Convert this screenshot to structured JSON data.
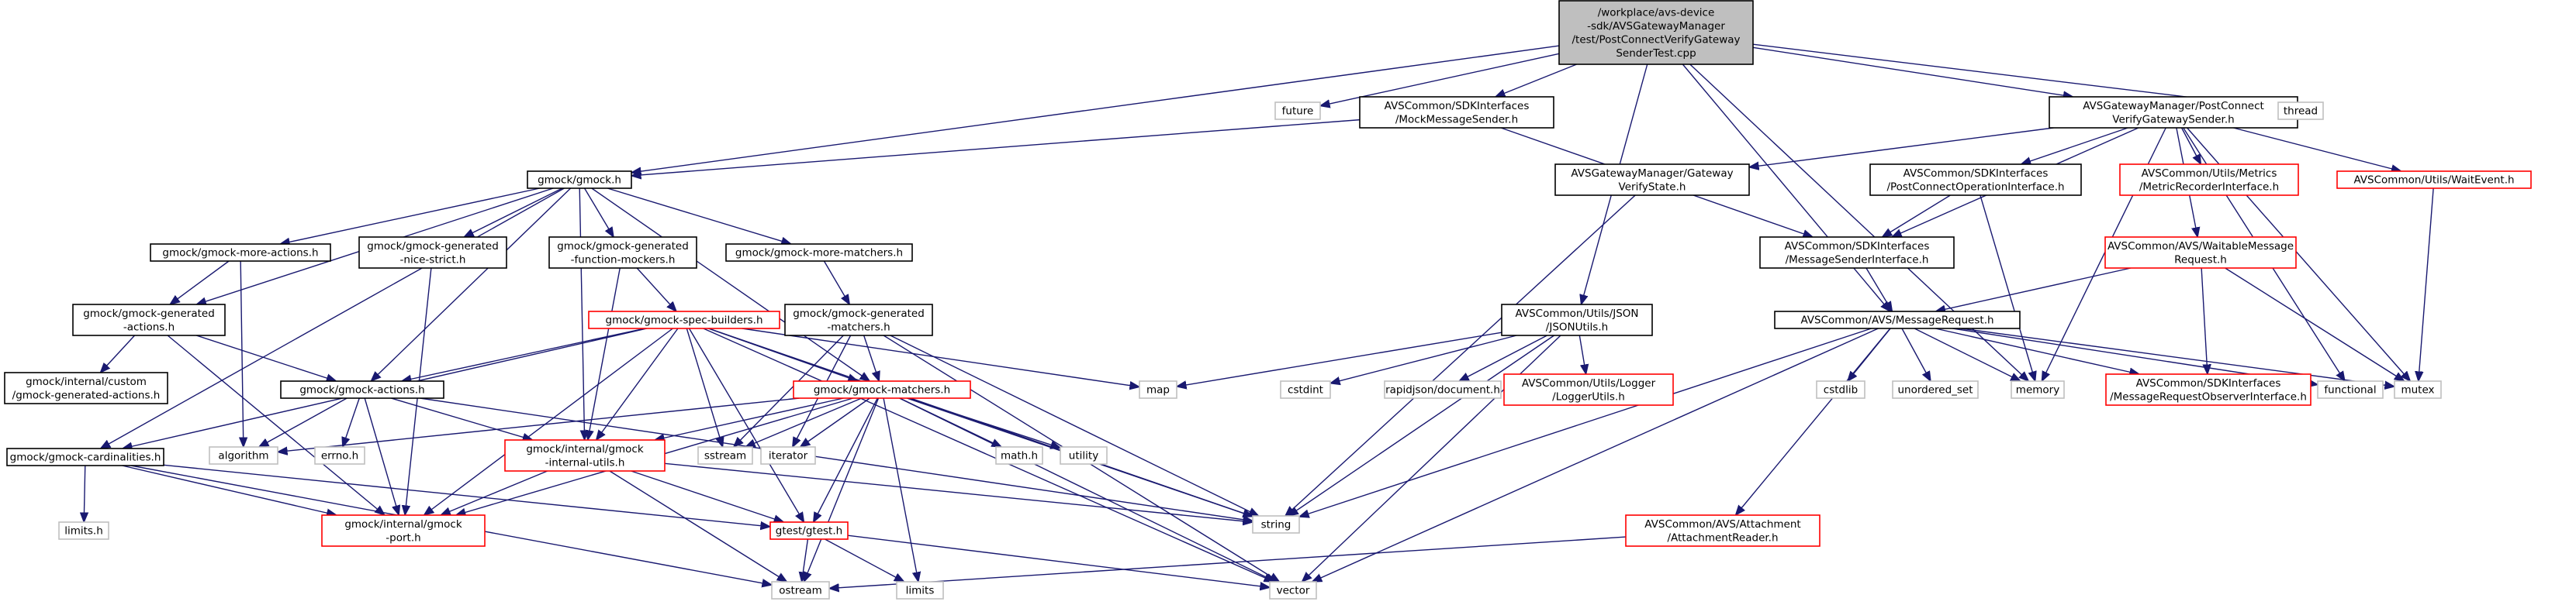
{
  "colors": {
    "edge": "#191970",
    "root_fill": "#bfbfbf",
    "root_stroke": "#000000",
    "normal_stroke": "#000000",
    "red_stroke": "#ff0000",
    "system_stroke": "#bfbfbf",
    "fill": "#ffffff"
  },
  "nodes": [
    {
      "id": "root",
      "kind": "root",
      "lines": [
        "/workplace/avs-device",
        "-sdk/AVSGatewayManager",
        "/test/PostConnectVerifyGateway",
        "SenderTest.cpp"
      ]
    },
    {
      "id": "future",
      "kind": "system",
      "lines": [
        "future"
      ]
    },
    {
      "id": "mockms",
      "kind": "normal",
      "lines": [
        "AVSCommon/SDKInterfaces",
        "/MockMessageSender.h"
      ]
    },
    {
      "id": "pcvgs",
      "kind": "normal",
      "lines": [
        "AVSGatewayManager/PostConnect",
        "VerifyGatewaySender.h"
      ]
    },
    {
      "id": "thread",
      "kind": "system",
      "lines": [
        "thread"
      ]
    },
    {
      "id": "gmock",
      "kind": "normal",
      "lines": [
        "gmock/gmock.h"
      ]
    },
    {
      "id": "gvs",
      "kind": "normal",
      "lines": [
        "AVSGatewayManager/Gateway",
        "VerifyState.h"
      ]
    },
    {
      "id": "pcoi",
      "kind": "normal",
      "lines": [
        "AVSCommon/SDKInterfaces",
        "/PostConnectOperationInterface.h"
      ]
    },
    {
      "id": "metric",
      "kind": "red",
      "lines": [
        "AVSCommon/Utils/Metrics",
        "/MetricRecorderInterface.h"
      ]
    },
    {
      "id": "waitev",
      "kind": "red",
      "lines": [
        "AVSCommon/Utils/WaitEvent.h"
      ]
    },
    {
      "id": "gma",
      "kind": "normal",
      "lines": [
        "gmock/gmock-more-actions.h"
      ]
    },
    {
      "id": "gns",
      "kind": "normal",
      "lines": [
        "gmock/gmock-generated",
        "-nice-strict.h"
      ]
    },
    {
      "id": "gfm",
      "kind": "normal",
      "lines": [
        "gmock/gmock-generated",
        "-function-mockers.h"
      ]
    },
    {
      "id": "gmm",
      "kind": "normal",
      "lines": [
        "gmock/gmock-more-matchers.h"
      ]
    },
    {
      "id": "msi",
      "kind": "normal",
      "lines": [
        "AVSCommon/SDKInterfaces",
        "/MessageSenderInterface.h"
      ]
    },
    {
      "id": "wmr",
      "kind": "red",
      "lines": [
        "AVSCommon/AVS/WaitableMessage",
        "Request.h"
      ]
    },
    {
      "id": "gga",
      "kind": "normal",
      "lines": [
        "gmock/gmock-generated",
        "-actions.h"
      ]
    },
    {
      "id": "json",
      "kind": "normal",
      "lines": [
        "AVSCommon/Utils/JSON",
        "/JSONUtils.h"
      ]
    },
    {
      "id": "mr",
      "kind": "normal",
      "lines": [
        "AVSCommon/AVS/MessageRequest.h"
      ]
    },
    {
      "id": "gsb",
      "kind": "red",
      "lines": [
        "gmock/gmock-spec-builders.h"
      ]
    },
    {
      "id": "ggm",
      "kind": "normal",
      "lines": [
        "gmock/gmock-generated",
        "-matchers.h"
      ]
    },
    {
      "id": "gica",
      "kind": "normal",
      "lines": [
        "gmock/internal/custom",
        "/gmock-generated-actions.h"
      ]
    },
    {
      "id": "gac",
      "kind": "normal",
      "lines": [
        "gmock/gmock-actions.h"
      ]
    },
    {
      "id": "map",
      "kind": "system",
      "lines": [
        "map"
      ]
    },
    {
      "id": "cstdint",
      "kind": "system",
      "lines": [
        "cstdint"
      ]
    },
    {
      "id": "rapid",
      "kind": "system",
      "lines": [
        "rapidjson/document.h"
      ]
    },
    {
      "id": "logger",
      "kind": "red",
      "lines": [
        "AVSCommon/Utils/Logger",
        "/LoggerUtils.h"
      ]
    },
    {
      "id": "cstdlib",
      "kind": "system",
      "lines": [
        "cstdlib"
      ]
    },
    {
      "id": "unset",
      "kind": "system",
      "lines": [
        "unordered_set"
      ]
    },
    {
      "id": "memory",
      "kind": "system",
      "lines": [
        "memory"
      ]
    },
    {
      "id": "mroi",
      "kind": "red",
      "lines": [
        "AVSCommon/SDKInterfaces",
        "/MessageRequestObserverInterface.h"
      ]
    },
    {
      "id": "functional",
      "kind": "system",
      "lines": [
        "functional"
      ]
    },
    {
      "id": "mutex",
      "kind": "system",
      "lines": [
        "mutex"
      ]
    },
    {
      "id": "gmat",
      "kind": "red",
      "lines": [
        "gmock/gmock-matchers.h"
      ]
    },
    {
      "id": "algorithm",
      "kind": "system",
      "lines": [
        "algorithm"
      ]
    },
    {
      "id": "errno",
      "kind": "system",
      "lines": [
        "errno.h"
      ]
    },
    {
      "id": "sstream",
      "kind": "system",
      "lines": [
        "sstream"
      ]
    },
    {
      "id": "iterator",
      "kind": "system",
      "lines": [
        "iterator"
      ]
    },
    {
      "id": "math",
      "kind": "system",
      "lines": [
        "math.h"
      ]
    },
    {
      "id": "utility",
      "kind": "system",
      "lines": [
        "utility"
      ]
    },
    {
      "id": "gcard",
      "kind": "normal",
      "lines": [
        "gmock/gmock-cardinalities.h"
      ]
    },
    {
      "id": "giu",
      "kind": "red",
      "lines": [
        "gmock/internal/gmock",
        "-internal-utils.h"
      ]
    },
    {
      "id": "limitsh",
      "kind": "system",
      "lines": [
        "limits.h"
      ]
    },
    {
      "id": "gport",
      "kind": "red",
      "lines": [
        "gmock/internal/gmock",
        "-port.h"
      ]
    },
    {
      "id": "gtest",
      "kind": "red",
      "lines": [
        "gtest/gtest.h"
      ]
    },
    {
      "id": "string",
      "kind": "system",
      "lines": [
        "string"
      ]
    },
    {
      "id": "attach",
      "kind": "red",
      "lines": [
        "AVSCommon/AVS/Attachment",
        "/AttachmentReader.h"
      ]
    },
    {
      "id": "ostream",
      "kind": "system",
      "lines": [
        "ostream"
      ]
    },
    {
      "id": "limits",
      "kind": "system",
      "lines": [
        "limits"
      ]
    },
    {
      "id": "vector",
      "kind": "system",
      "lines": [
        "vector"
      ]
    }
  ],
  "edges": [
    [
      "root",
      "future"
    ],
    [
      "root",
      "mockms"
    ],
    [
      "root",
      "pcvgs"
    ],
    [
      "root",
      "thread"
    ],
    [
      "root",
      "gmock"
    ],
    [
      "root",
      "json"
    ],
    [
      "root",
      "mr"
    ],
    [
      "root",
      "memory"
    ],
    [
      "mockms",
      "gmock"
    ],
    [
      "mockms",
      "msi"
    ],
    [
      "pcvgs",
      "gvs"
    ],
    [
      "pcvgs",
      "pcoi"
    ],
    [
      "pcvgs",
      "metric"
    ],
    [
      "pcvgs",
      "waitev"
    ],
    [
      "pcvgs",
      "wmr"
    ],
    [
      "pcvgs",
      "msi"
    ],
    [
      "pcvgs",
      "memory"
    ],
    [
      "pcvgs",
      "functional"
    ],
    [
      "pcvgs",
      "mutex"
    ],
    [
      "gmock",
      "gma"
    ],
    [
      "gmock",
      "gns"
    ],
    [
      "gmock",
      "gfm"
    ],
    [
      "gmock",
      "gmm"
    ],
    [
      "gmock",
      "gga"
    ],
    [
      "gmock",
      "gac"
    ],
    [
      "gmock",
      "gcard"
    ],
    [
      "gmock",
      "giu"
    ],
    [
      "gmock",
      "gmat"
    ],
    [
      "gvs",
      "string"
    ],
    [
      "pcoi",
      "memory"
    ],
    [
      "pcoi",
      "msi"
    ],
    [
      "waitev",
      "mutex"
    ],
    [
      "msi",
      "mr"
    ],
    [
      "wmr",
      "mr"
    ],
    [
      "wmr",
      "mroi"
    ],
    [
      "wmr",
      "mutex"
    ],
    [
      "gma",
      "gga"
    ],
    [
      "gma",
      "algorithm"
    ],
    [
      "gns",
      "gport"
    ],
    [
      "gfm",
      "gsb"
    ],
    [
      "gfm",
      "giu"
    ],
    [
      "gmm",
      "ggm"
    ],
    [
      "gga",
      "gica"
    ],
    [
      "gga",
      "gac"
    ],
    [
      "gga",
      "gport"
    ],
    [
      "json",
      "map"
    ],
    [
      "json",
      "cstdint"
    ],
    [
      "json",
      "rapid"
    ],
    [
      "json",
      "logger"
    ],
    [
      "json",
      "string"
    ],
    [
      "json",
      "vector"
    ],
    [
      "mr",
      "cstdlib"
    ],
    [
      "mr",
      "unset"
    ],
    [
      "mr",
      "memory"
    ],
    [
      "mr",
      "mroi"
    ],
    [
      "mr",
      "functional"
    ],
    [
      "mr",
      "mutex"
    ],
    [
      "mr",
      "attach"
    ],
    [
      "mr",
      "string"
    ],
    [
      "mr",
      "vector"
    ],
    [
      "gsb",
      "gac"
    ],
    [
      "gsb",
      "gcard"
    ],
    [
      "gsb",
      "gmat"
    ],
    [
      "gsb",
      "giu"
    ],
    [
      "gsb",
      "gport"
    ],
    [
      "gsb",
      "gtest"
    ],
    [
      "gsb",
      "map"
    ],
    [
      "gsb",
      "sstream"
    ],
    [
      "gsb",
      "string"
    ],
    [
      "gsb",
      "vector"
    ],
    [
      "ggm",
      "gmat"
    ],
    [
      "ggm",
      "sstream"
    ],
    [
      "ggm",
      "iterator"
    ],
    [
      "ggm",
      "string"
    ],
    [
      "ggm",
      "vector"
    ],
    [
      "gac",
      "algorithm"
    ],
    [
      "gac",
      "errno"
    ],
    [
      "gac",
      "giu"
    ],
    [
      "gac",
      "gport"
    ],
    [
      "gac",
      "string"
    ],
    [
      "gmat",
      "algorithm"
    ],
    [
      "gmat",
      "sstream"
    ],
    [
      "gmat",
      "iterator"
    ],
    [
      "gmat",
      "math"
    ],
    [
      "gmat",
      "utility"
    ],
    [
      "gmat",
      "giu"
    ],
    [
      "gmat",
      "gport"
    ],
    [
      "gmat",
      "gtest"
    ],
    [
      "gmat",
      "string"
    ],
    [
      "gmat",
      "ostream"
    ],
    [
      "gmat",
      "limits"
    ],
    [
      "gmat",
      "vector"
    ],
    [
      "gcard",
      "limitsh"
    ],
    [
      "gcard",
      "gport"
    ],
    [
      "gcard",
      "gtest"
    ],
    [
      "gcard",
      "ostream"
    ],
    [
      "giu",
      "gport"
    ],
    [
      "giu",
      "gtest"
    ],
    [
      "giu",
      "ostream"
    ],
    [
      "giu",
      "string"
    ],
    [
      "gtest",
      "ostream"
    ],
    [
      "gtest",
      "limits"
    ],
    [
      "gtest",
      "vector"
    ],
    [
      "attach",
      "ostream"
    ]
  ]
}
